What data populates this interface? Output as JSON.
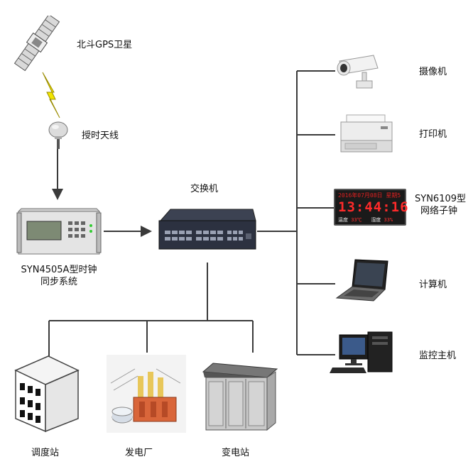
{
  "labels": {
    "satellite": "北斗GPS卫星",
    "antenna": "授时天线",
    "sync_system_line1": "SYN4505A型时钟",
    "sync_system_line2": "同步系统",
    "switch": "交换机",
    "camera": "摄像机",
    "printer": "打印机",
    "netclock_line1": "SYN6109型",
    "netclock_line2": "网络子钟",
    "computer": "计算机",
    "monitor_host": "监控主机",
    "dispatch_station": "调度站",
    "power_plant": "发电厂",
    "substation": "变电站"
  },
  "clock_display": {
    "date_row": "2016年07月08日 星期5",
    "time": "13:44:16",
    "temp_label": "温度",
    "temp_value": "33℃",
    "humidity_label": "湿度",
    "humidity_value": "33%"
  },
  "colors": {
    "line": "#3a3a3a",
    "arrow": "#3a3a3a",
    "lightning": "#f2e600",
    "clock_red": "#ff2a2a"
  }
}
